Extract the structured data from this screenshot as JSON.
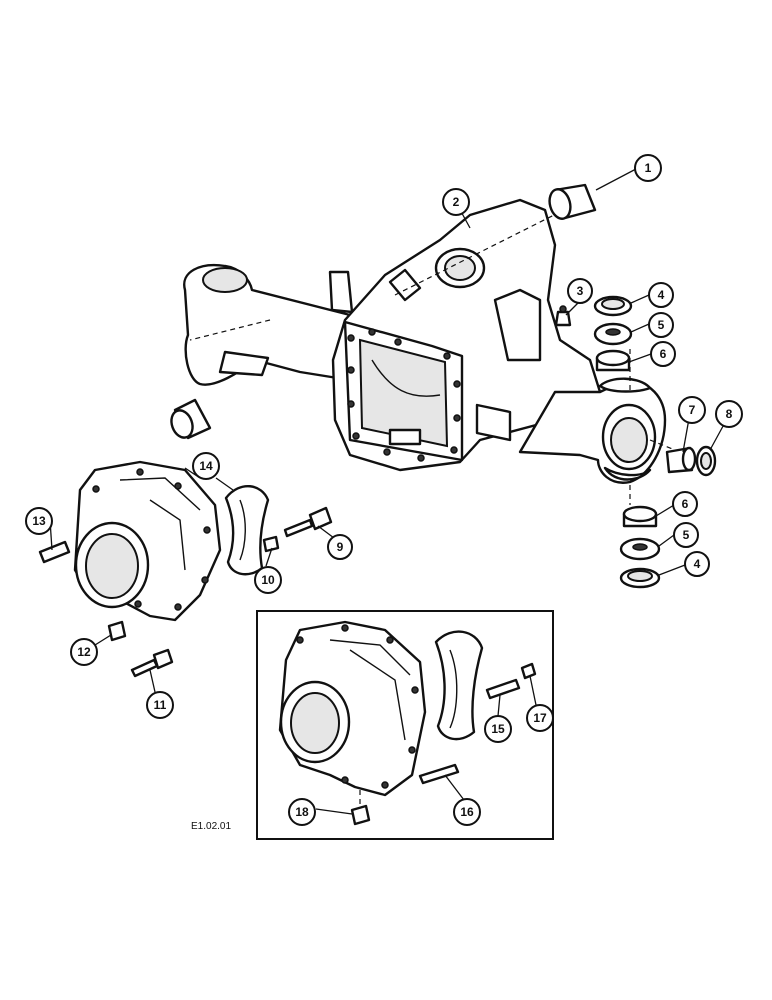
{
  "diagram": {
    "reference_code": "E1.02.01",
    "callouts": [
      {
        "id": "c1",
        "label": "1"
      },
      {
        "id": "c2",
        "label": "2"
      },
      {
        "id": "c3",
        "label": "3"
      },
      {
        "id": "c4a",
        "label": "4"
      },
      {
        "id": "c5a",
        "label": "5"
      },
      {
        "id": "c6a",
        "label": "6"
      },
      {
        "id": "c7",
        "label": "7"
      },
      {
        "id": "c8",
        "label": "8"
      },
      {
        "id": "c6b",
        "label": "6"
      },
      {
        "id": "c5b",
        "label": "5"
      },
      {
        "id": "c4b",
        "label": "4"
      },
      {
        "id": "c9",
        "label": "9"
      },
      {
        "id": "c10",
        "label": "10"
      },
      {
        "id": "c11",
        "label": "11"
      },
      {
        "id": "c12",
        "label": "12"
      },
      {
        "id": "c13",
        "label": "13"
      },
      {
        "id": "c14",
        "label": "14"
      },
      {
        "id": "c15",
        "label": "15"
      },
      {
        "id": "c16",
        "label": "16"
      },
      {
        "id": "c17",
        "label": "17"
      },
      {
        "id": "c18",
        "label": "18"
      }
    ]
  }
}
